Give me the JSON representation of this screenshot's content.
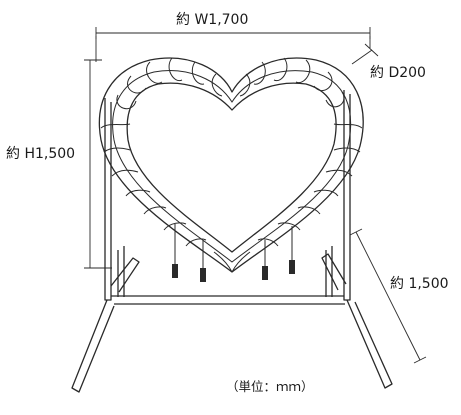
{
  "dimensions": {
    "width": "約 W1,700",
    "depth": "約 D200",
    "height": "約 H1,500",
    "base": "約 1,500"
  },
  "unit_note": "（単位：ｍｍ）",
  "colors": {
    "line": "#2a2a2a",
    "background": "#ffffff"
  }
}
